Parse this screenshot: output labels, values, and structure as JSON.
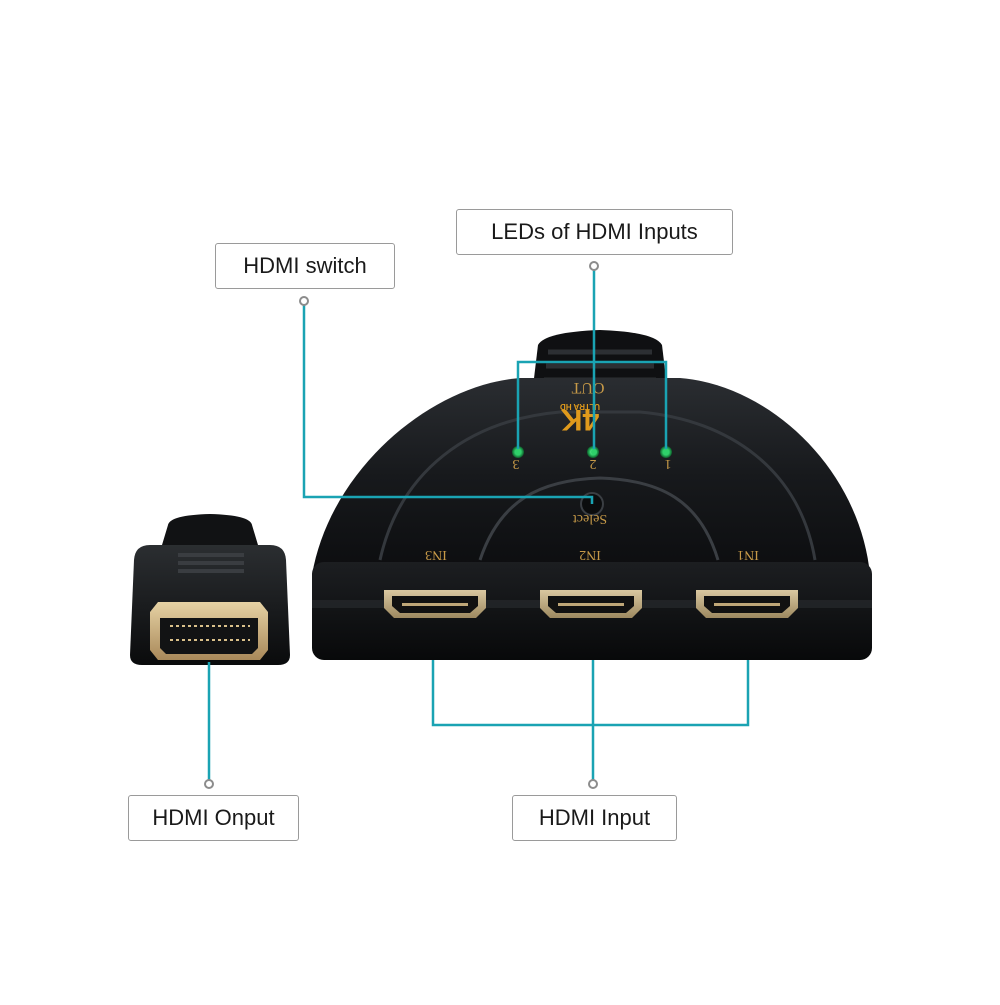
{
  "callouts": {
    "leds": "LEDs of HDMI Inputs",
    "switch": "HDMI switch",
    "output": "HDMI Onput",
    "input": "HDMI Input"
  },
  "device": {
    "out_label": "OUT",
    "badge_main": "4K",
    "badge_sub": "ULTRA HD",
    "led_numbers": [
      "3",
      "2",
      "1"
    ],
    "select_label": "Select",
    "port_labels": [
      "IN3",
      "IN2",
      "IN1"
    ]
  },
  "colors": {
    "leader_line": "#1aa3b3",
    "device_body": "#15171a",
    "led": "#2fd06a",
    "badge": "#e09a1c",
    "connector_gold": "#c9a96a"
  },
  "icons": [
    "hdmi-cable-plug-icon",
    "hdmi-switch-device-icon",
    "hdmi-port-icon",
    "led-indicator-icon"
  ]
}
